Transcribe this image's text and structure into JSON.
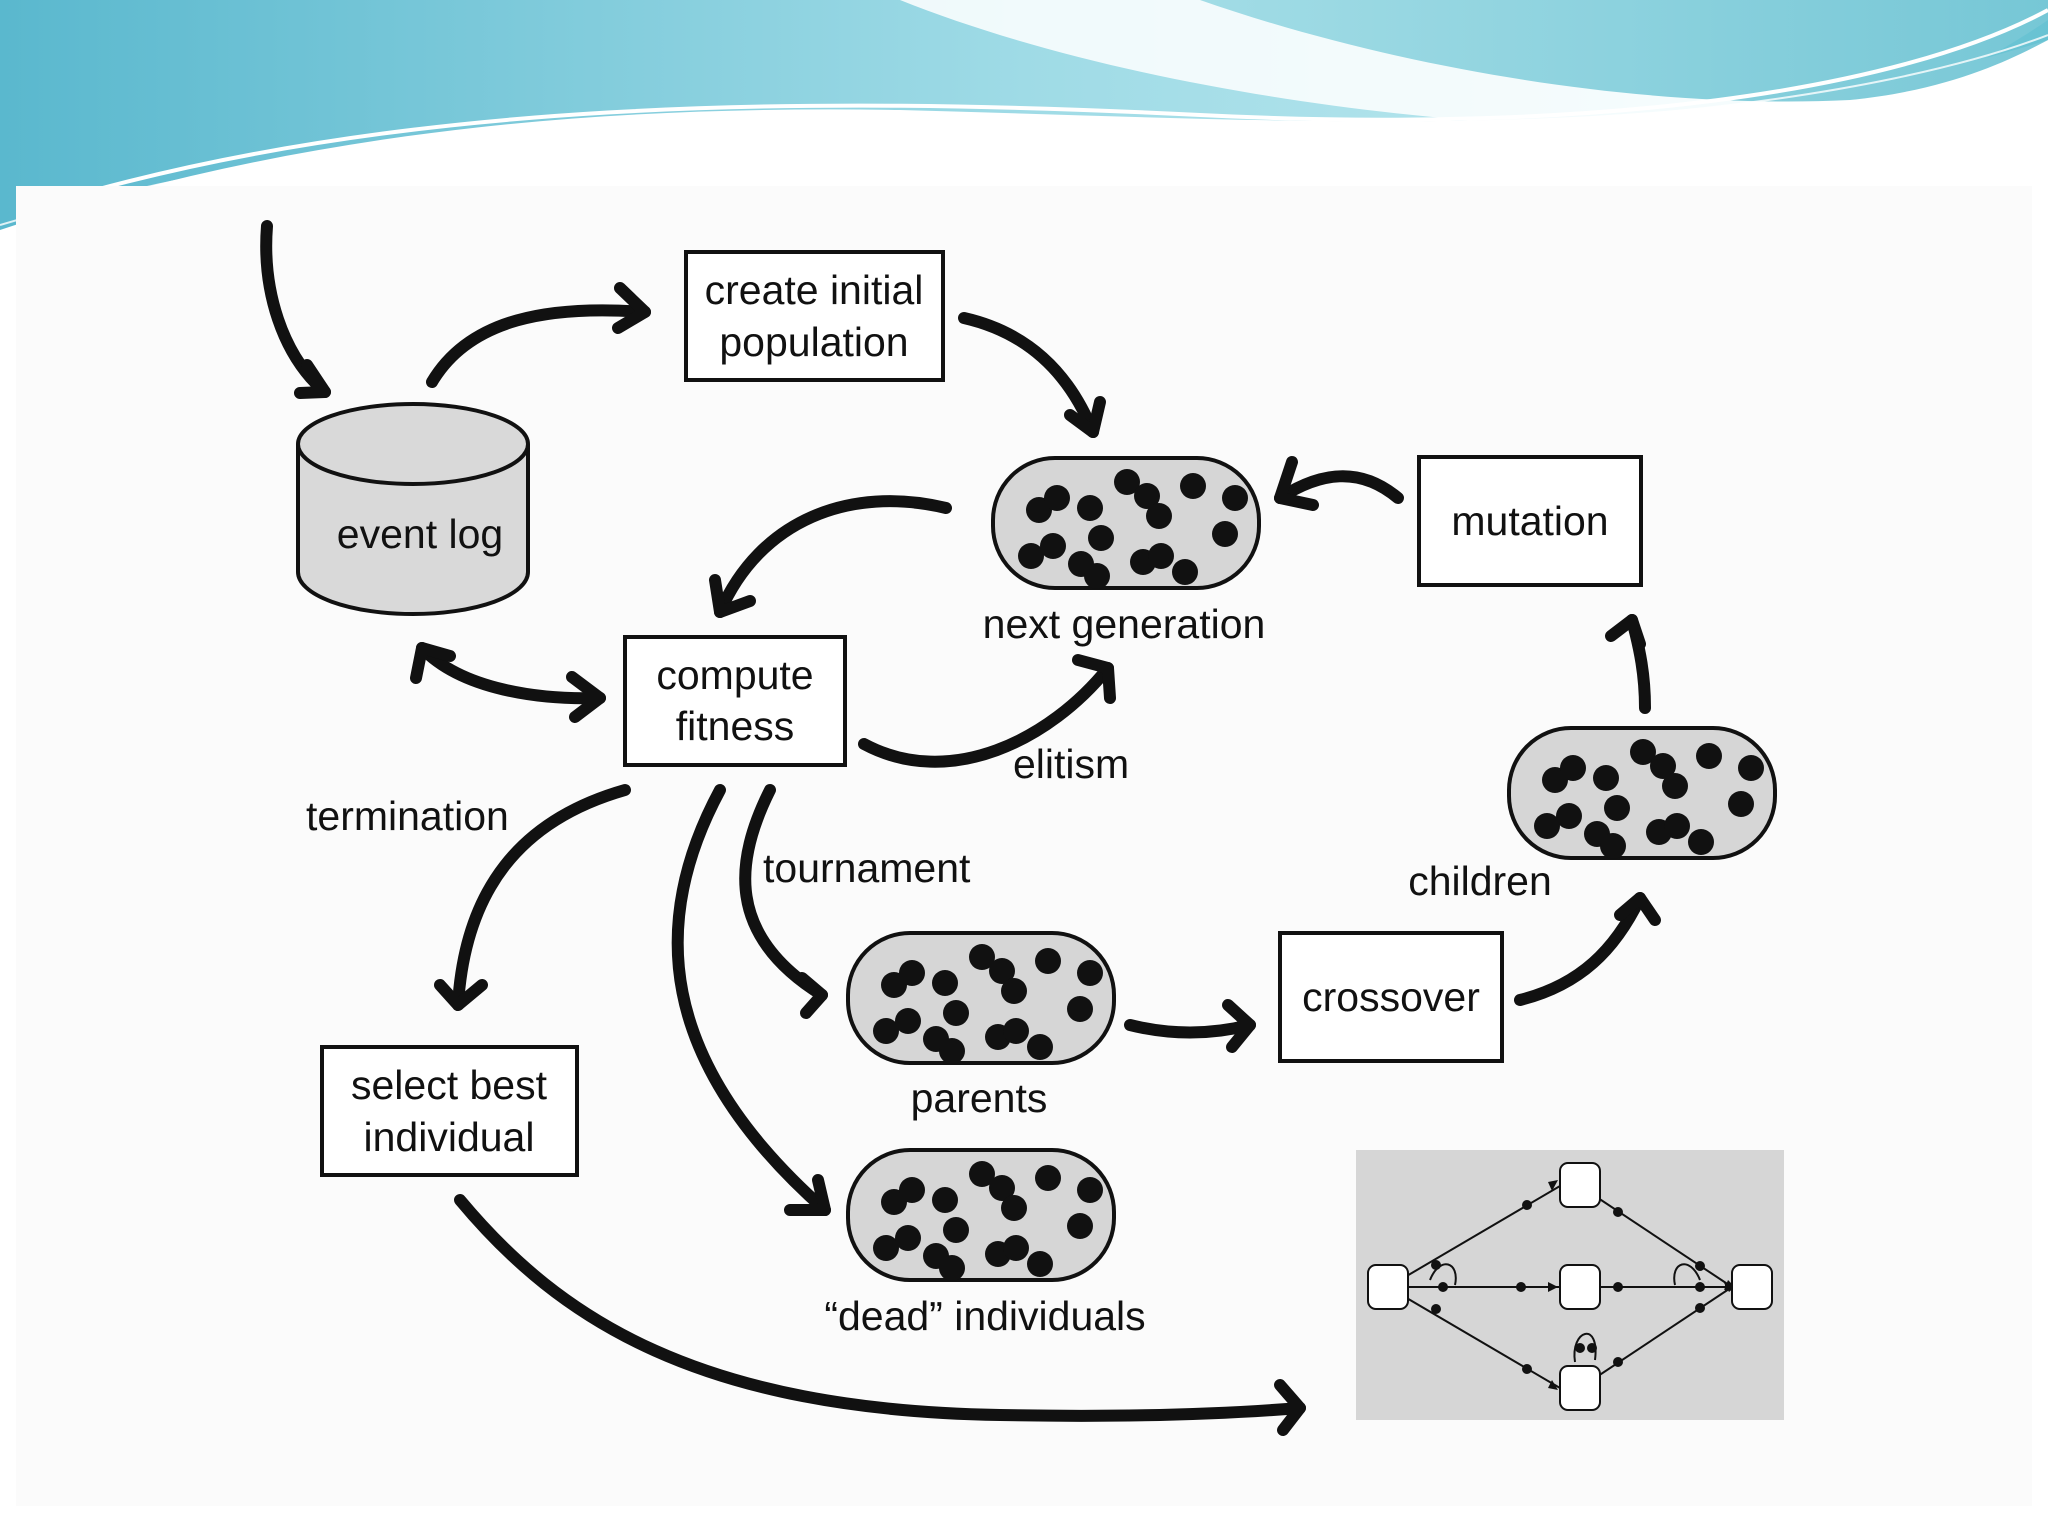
{
  "colors": {
    "banner_light": "#cfeef2",
    "banner_mid": "#8fd3e0",
    "banner_dark": "#4fb6c9",
    "panel": "#fbfbfb",
    "ink": "#111111",
    "cylinder_fill": "#d9d9d9",
    "pod_fill": "#d6d6d6",
    "process_model_bg": "#d6d6d6"
  },
  "diagram": {
    "event_log": "event log",
    "create_initial_population": [
      "create initial",
      "population"
    ],
    "compute_fitness": [
      "compute",
      "fitness"
    ],
    "select_best_individual": [
      "select best",
      "individual"
    ],
    "mutation": "mutation",
    "crossover": "crossover",
    "next_generation": "next generation",
    "children": "children",
    "parents": "parents",
    "dead_individuals": "“dead” individuals",
    "elitism": "elitism",
    "termination": "termination",
    "tournament": "tournament"
  },
  "icons": {
    "database": "database-cylinder-icon",
    "population": "population-dots-icon",
    "process_model": "process-model-graph-icon"
  }
}
